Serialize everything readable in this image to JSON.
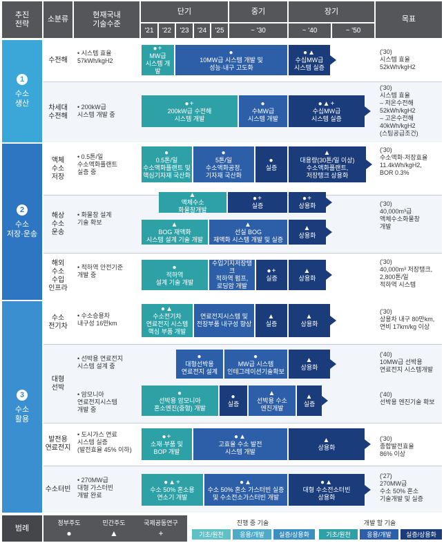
{
  "header": {
    "strategy": "추진\n전략",
    "subcategory": "소분류",
    "current_tech": "현재국내\n기술수준",
    "short": "단기",
    "mid": "중기",
    "long": "장기",
    "goal": "목표",
    "years": [
      "'21",
      "'22",
      "'23",
      "'24",
      "'25"
    ],
    "mid_year": "~ '30",
    "long_years": [
      "~ '40",
      "~ '50"
    ]
  },
  "sections": [
    {
      "num": "1",
      "label": "수소\n생산",
      "color": "#3aa7d8"
    },
    {
      "num": "2",
      "label": "수소\n저장·운송",
      "color": "#2f76c2"
    },
    {
      "num": "3",
      "label": "수소\n활용",
      "color": "#3a8fd0"
    }
  ],
  "rows": [
    {
      "cat": "수전해",
      "current": "시스템 효율\n57kWh/kgH2",
      "goal": "('30)\n시스템 효율\n52kWh/kgH2",
      "bars": [
        {
          "sym": "●+",
          "text": "MW급\n시스템 개발",
          "color": "teal"
        },
        {
          "sym": "●",
          "text": "10MW급 시스템 개발 및\n성능·내구 고도화",
          "color": "blue"
        },
        {
          "sym": "●▲",
          "text": "수십MW급\n시스템 실증",
          "color": "navy"
        }
      ]
    },
    {
      "cat": "차세대\n수전해",
      "current": "200kW급\n시스템 개발 중",
      "goal": "('30)\n시스템 효율\n– 저온수전해\n52kWh/kgH2\n– 고온수전해\n40kWh/kgH2\n(스팀공급조건)",
      "bars": [
        {
          "sym": "●+",
          "text": "200kW급 수전해\n시스템 개발",
          "color": "teal"
        },
        {
          "sym": "●",
          "text": "수MW급\n시스템 개발",
          "color": "blue"
        },
        {
          "sym": "●▲+",
          "text": "수십MW급\n시스템 실증",
          "color": "navy"
        }
      ]
    },
    {
      "cat": "액체\n수소\n저장",
      "current": "0.5톤/일\n수소액화플랜트\n실증 중",
      "goal": "('30)\n수소액화·저장효율\n11.4kWh/kgH2,\nBOR 0.3%",
      "bars": [
        {
          "sym": "●",
          "text": "0.5톤/일\n수소액화플랜트 및\n핵심기자재 국산화",
          "color": "teal"
        },
        {
          "sym": "●",
          "text": "5톤/일\n수소액화공정,\n기자재 국산화",
          "color": "blue"
        },
        {
          "sym": "●",
          "text": "실증",
          "color": "navy"
        },
        {
          "sym": "▲",
          "text": "대용량(30톤/일 이상)\n수소액화플랜트,\n저장탱크 상용화",
          "color": "navy"
        }
      ]
    },
    {
      "cat": "해상\n수소\n운송",
      "current": "화물창 설계\n기술 확보",
      "goal": "('30)\n40,000m³급\n액체수소화물창\n개발",
      "bars": [
        {
          "sym": "",
          "text": "액체수소\n화물창개발",
          "color": "teal"
        },
        {
          "sym": "●+",
          "text": "실증",
          "color": "navy"
        },
        {
          "sym": "●+",
          "text": "상용화",
          "color": "navy"
        },
        {
          "sym": "",
          "text": "BOG 재액화\n시스템 설계 기술 개발",
          "color": "teal"
        },
        {
          "sym": "▲",
          "text": "선실 BOG\n재액화 시스템 개발 및 실증",
          "color": "blue"
        },
        {
          "sym": "▲",
          "text": "상용화",
          "color": "navy"
        }
      ]
    },
    {
      "cat": "해외\n수소\n수입\n인프라",
      "current": "적하역 안전기준\n개발 중",
      "goal": "('30)\n40,000m³ 저장탱크,\n2,800톤/일\n적하역 시스템",
      "bars": [
        {
          "sym": "●",
          "text": "적하역\n설계 기술 개발",
          "color": "teal"
        },
        {
          "sym": "",
          "text": "수입기지저장탱크\n적하역 펌프,\n로딩암 개발",
          "color": "blue"
        },
        {
          "sym": "●+",
          "text": "실증",
          "color": "navy"
        },
        {
          "sym": "▲",
          "text": "상용화",
          "color": "navy"
        }
      ]
    },
    {
      "cat": "수소\n전기차",
      "current": "수소승용차\n내구성 16만km",
      "goal": "('30)\n상용차 내구 80만km,\n연비 17km/kg 이상",
      "bars": [
        {
          "sym": "●▲",
          "text": "수소전기차\n연료전지 시스템\n핵심 부품 개발",
          "color": "teal"
        },
        {
          "sym": "",
          "text": "연료전지시스템 및\n전장부품 내구성 향상",
          "color": "blue"
        },
        {
          "sym": "▲",
          "text": "실증",
          "color": "navy"
        },
        {
          "sym": "▲",
          "text": "상용화",
          "color": "navy"
        }
      ]
    },
    {
      "cat": "대형\n선박",
      "current": "선박용 연료전지\n시스템 설계 중",
      "goal": "('40)\n10MW급 선박용\n연료전지 시스템개발",
      "bars": [
        {
          "sym": "●",
          "text": "대형선박용\n연료전지 설계",
          "color": "blue"
        },
        {
          "sym": "●",
          "text": "MW급 시스템\n인테그레이션기술확보",
          "color": "blue"
        },
        {
          "sym": "▲",
          "text": "상용화",
          "color": "navy"
        }
      ]
    },
    {
      "cat": "",
      "current": "암모니아\n연료전지시스템\n개발 중",
      "goal": "('40)\n선박용 엔진기술 확보",
      "bars": [
        {
          "sym": "●",
          "text": "선박용 암모니아\n혼소엔진(중형) 개발",
          "color": "teal"
        },
        {
          "sym": "●",
          "text": "실증",
          "color": "navy"
        },
        {
          "sym": "",
          "text": "선박용 수소\n엔진개발",
          "color": "blue"
        },
        {
          "sym": "▲",
          "text": "실증",
          "color": "navy"
        }
      ]
    },
    {
      "cat": "발전용\n연료전지",
      "current": "도시가스 연료\n시스템 실증\n(발전효율 45% 이하)",
      "goal": "('30)\n종합발전효율\n86% 이상",
      "bars": [
        {
          "sym": "●+",
          "text": "소재·부품 및\nBOP 개발",
          "color": "teal"
        },
        {
          "sym": "●▲",
          "text": "고효율 수소 발전\n시스템 개발",
          "color": "blue"
        },
        {
          "sym": "▲",
          "text": "상용화",
          "color": "navy"
        }
      ]
    },
    {
      "cat": "수소터빈",
      "current": "270MW급\n대형 가스터빈\n개발 완료",
      "goal": "('27)\n270MW급\n수소 50% 혼소\n기술개발 및 실증",
      "bars": [
        {
          "sym": "●▲+",
          "text": "수소 50% 혼소용\n연소기 개발",
          "color": "teal"
        },
        {
          "sym": "●▲",
          "text": "수소 50% 혼소 가스터빈 실증\n및 수소전소가스터빈 개발",
          "color": "blue"
        },
        {
          "sym": "●▲",
          "text": "대형 수소전소터빈\n상용화",
          "color": "navy"
        }
      ]
    }
  ],
  "legend": {
    "title": "범례",
    "items": [
      {
        "label": "정부주도",
        "sym": "●"
      },
      {
        "label": "민간주도",
        "sym": "▲"
      },
      {
        "label": "국제공동연구",
        "sym": "+"
      }
    ],
    "ongoing_title": "진행 중 기술",
    "ongoing": [
      "기초/원천",
      "응용/개발",
      "실증/상용화"
    ],
    "todo_title": "개발 할 기술",
    "todo": [
      "기초/원천",
      "응용/개발",
      "실증/상용화"
    ],
    "colors": {
      "teal": "#2ea1a7",
      "blue": "#2d5ea8",
      "navy": "#1b3c7a",
      "light1": "#5fc0c6",
      "light2": "#4fa9c9",
      "light3": "#3d8fc1"
    }
  }
}
